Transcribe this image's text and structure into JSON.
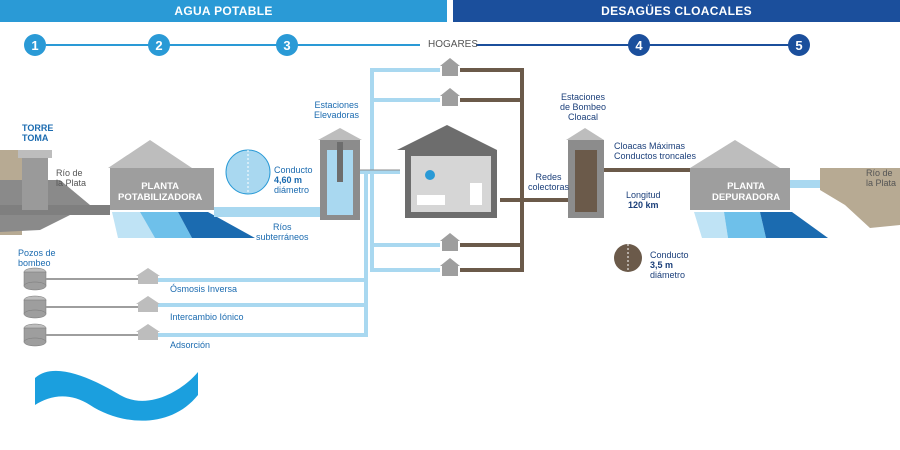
{
  "header": {
    "left_title": "AGUA POTABLE",
    "right_title": "DESAGÜES CLOACALES"
  },
  "steps": [
    "1",
    "2",
    "3",
    "4",
    "5"
  ],
  "hogares_label": "HOGARES",
  "left": {
    "torre_toma": [
      "TORRE",
      "TOMA"
    ],
    "rio_plata": [
      "Río de",
      "la Plata"
    ],
    "planta": [
      "PLANTA",
      "POTABILIZADORA"
    ],
    "estaciones": [
      "Estaciones",
      "Elevadoras"
    ],
    "conducto": [
      "Conducto",
      "4,60 m",
      "diámetro"
    ],
    "rios": [
      "Ríos",
      "subterráneos"
    ],
    "pozos": [
      "Pozos de",
      "bombeo"
    ],
    "osmosis": "Ósmosis Inversa",
    "intercambio": "Intercambio Iónico",
    "adsorcion": "Adsorción"
  },
  "right": {
    "estaciones": [
      "Estaciones",
      "de Bombeo",
      "Cloacal"
    ],
    "cloacas": [
      "Cloacas Máximas",
      "Conductos troncales"
    ],
    "redes": [
      "Redes",
      "colectoras"
    ],
    "longitud": [
      "Longitud",
      "120 km"
    ],
    "conducto": [
      "Conducto",
      "3,5 m",
      "diámetro"
    ],
    "planta": [
      "PLANTA",
      "DEPURADORA"
    ],
    "rio_plata": [
      "Río de",
      "la Plata"
    ]
  },
  "colors": {
    "light_blue": "#2a9ad6",
    "dark_blue": "#1b4f9c",
    "water": "#a9d8f0",
    "sewage": "#6b5a4a",
    "gray": "#8c8c8c"
  }
}
